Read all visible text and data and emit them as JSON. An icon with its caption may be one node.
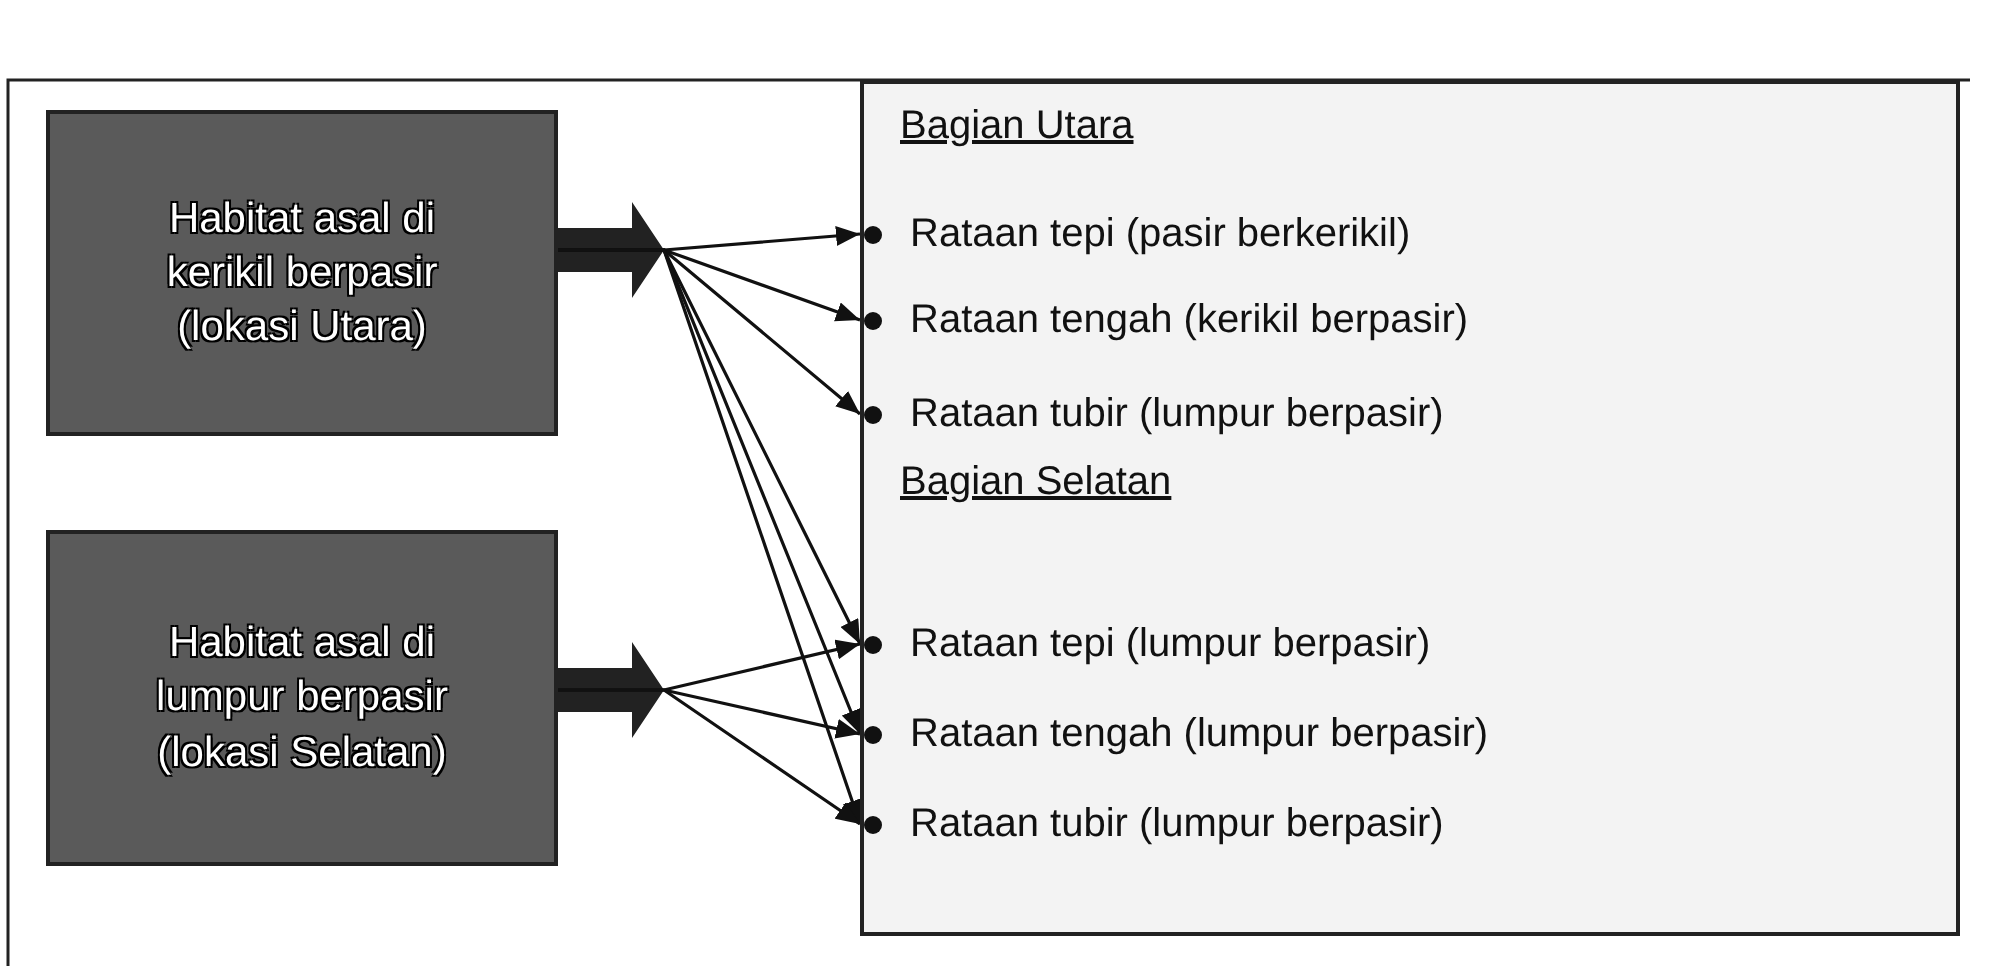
{
  "diagram": {
    "nodes": [
      {
        "text": [
          "Habitat asal di kerikil berpasir (lokasi Utara)"
        ]
      },
      {
        "text": [
          "Habitat asal di lumpur berpasir (lokasi Selatan)"
        ]
      },
      {
        "text": [
          "Bagian Utara",
          "Bagian Selatan"
        ]
      },
      {
        "text": [
          "Rataan tepi (pasir berkerikil)"
        ],
        "in": 2
      },
      {
        "text": [
          "Rataan tengah (kerikil berpasir)"
        ],
        "in": 2
      },
      {
        "text": [
          "Rataan tubir (lumpur berpasir)"
        ],
        "in": 2
      },
      {
        "text": [
          "Rataan tepi (lumpur berpasir)"
        ],
        "in": 2
      },
      {
        "text": [
          "Rataan tengah (lumpur berpasir)"
        ],
        "in": 2
      },
      {
        "text": [
          "Rataan tubir (lumpur berpasir)"
        ],
        "in": 2
      }
    ],
    "edges": [
      {
        "from": 0,
        "to": 3,
        "arrow": "to"
      },
      {
        "from": 0,
        "to": 4,
        "arrow": "to"
      },
      {
        "from": 0,
        "to": 5,
        "arrow": "to"
      },
      {
        "from": 0,
        "to": 6,
        "arrow": "to"
      },
      {
        "from": 0,
        "to": 7,
        "arrow": "to"
      },
      {
        "from": 0,
        "to": 8,
        "arrow": "to"
      },
      {
        "from": 1,
        "to": 6,
        "arrow": "to"
      },
      {
        "from": 1,
        "to": 7,
        "arrow": "to"
      },
      {
        "from": 1,
        "to": 8,
        "arrow": "to"
      }
    ]
  }
}
